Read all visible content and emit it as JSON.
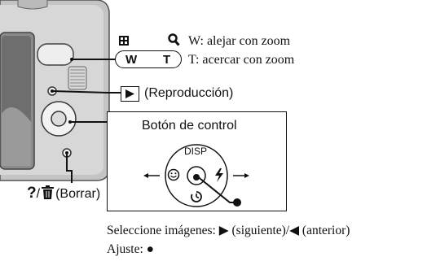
{
  "zoom": {
    "wide_key": "W",
    "tele_key": "T",
    "wide_desc": "W: alejar con zoom",
    "tele_desc": "T: acercar con zoom",
    "wide_icon": "grid-thumbnail-icon",
    "tele_icon": "magnifier-icon"
  },
  "playback": {
    "label": "(Reproducción)",
    "icon": "play-triangle-icon"
  },
  "delete": {
    "label": "(Borrar)",
    "help_glyph": "?",
    "separator": "/",
    "icon": "trash-icon"
  },
  "control": {
    "title": "Botón de control",
    "disp": "DISP",
    "left_icon": "smile-face-icon",
    "right_icon": "flash-bolt-icon",
    "down_icon": "self-timer-icon",
    "center_icon": "center-dot-icon"
  },
  "instructions": {
    "select": "Seleccione imágenes: ▶ (siguiente)/◀ (anterior)",
    "set": "Ajuste: ●"
  }
}
